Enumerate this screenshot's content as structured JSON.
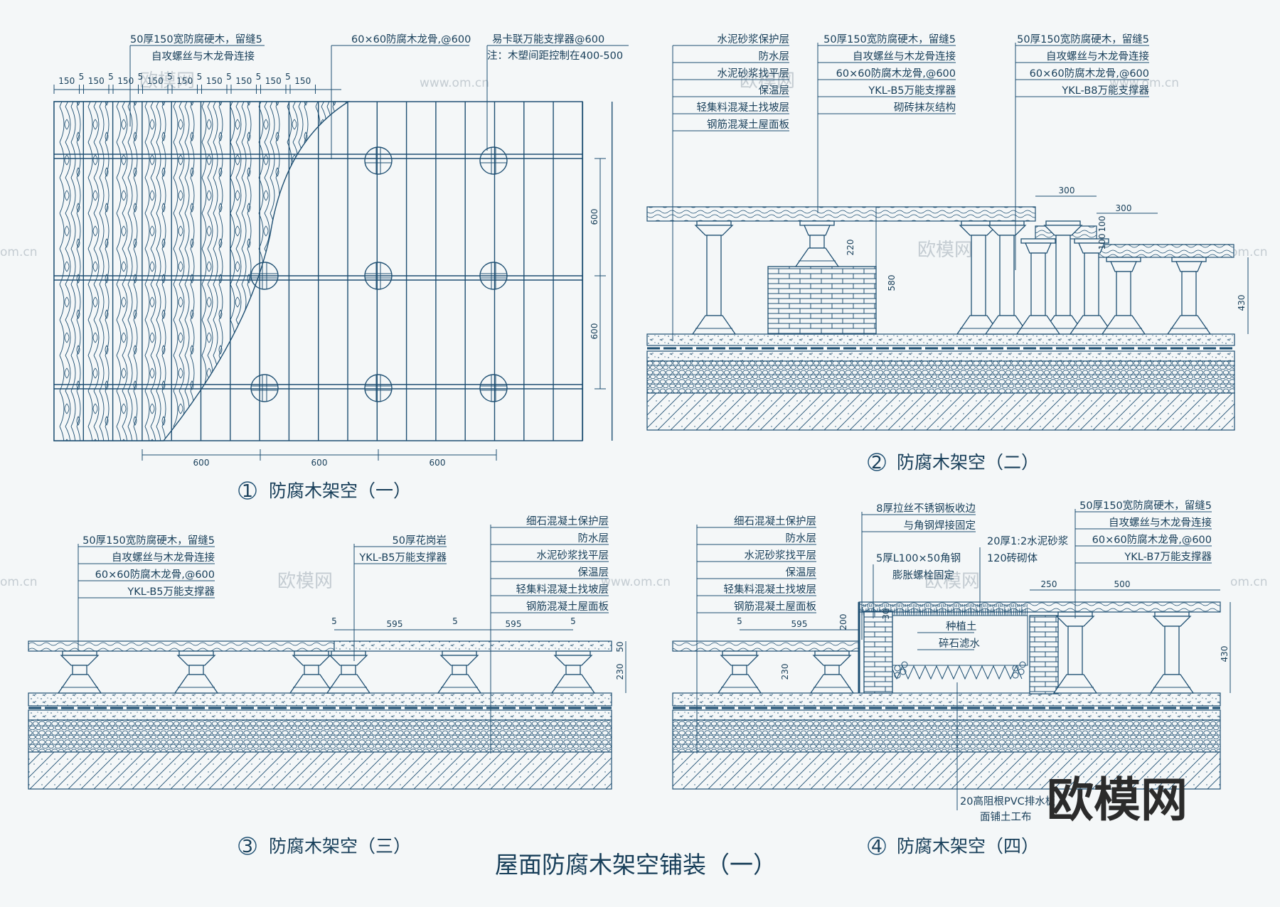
{
  "title": "屋面防腐木架空铺装（一）",
  "brand": "欧模网",
  "watermark": {
    "text": "欧模网",
    "url": "www.om.cn",
    "url_short": "om.cn"
  },
  "colors": {
    "line": "#1e4f72",
    "text": "#173e59",
    "background": "#f4f7f8"
  },
  "d1": {
    "caption_num": "1",
    "caption": "防腐木架空（一）",
    "notes": {
      "deck_a": "50厚150宽防腐硬木，留缝5",
      "deck_b": "自攻螺丝与木龙骨连接",
      "joist": "60×60防腐木龙骨,@600",
      "support": "易卡联万能支撑器@600",
      "note": "注：木塑间距控制在400-500"
    },
    "top_dims": [
      "150",
      "5",
      "150",
      "5",
      "150",
      "5",
      "150",
      "5",
      "150",
      "5",
      "150",
      "5",
      "150",
      "5",
      "150",
      "5",
      "150"
    ],
    "side_dims": [
      "600",
      "600"
    ],
    "bottom_dims": [
      "600",
      "600",
      "600"
    ]
  },
  "d2": {
    "caption_num": "2",
    "caption": "防腐木架空（二）",
    "layers": [
      "水泥砂浆保护层",
      "防水层",
      "水泥砂浆找平层",
      "保温层",
      "轻集料混凝土找坡层",
      "钢筋混凝土屋面板"
    ],
    "mid_notes": [
      "50厚150宽防腐硬木，留缝5",
      "自攻螺丝与木龙骨连接",
      "60×60防腐木龙骨,@600",
      "YKL-B5万能支撑器",
      "砌砖抹灰结构"
    ],
    "right_notes": [
      "50厚150宽防腐硬木，留缝5",
      "自攻螺丝与木龙骨连接",
      "60×60防腐木龙骨,@600",
      "YKL-B8万能支撑器"
    ],
    "dims": {
      "a": "220",
      "b": "580",
      "c": "300",
      "d": "100",
      "e": "100",
      "f": "300",
      "g": "430"
    }
  },
  "d3": {
    "caption_num": "3",
    "caption": "防腐木架空（三）",
    "left_notes": [
      "50厚150宽防腐硬木，留缝5",
      "自攻螺丝与木龙骨连接",
      "60×60防腐木龙骨,@600",
      "YKL-B5万能支撑器"
    ],
    "mid_notes": [
      "50厚花岗岩",
      "YKL-B5万能支撑器"
    ],
    "layers": [
      "细石混凝土保护层",
      "防水层",
      "水泥砂浆找平层",
      "保温层",
      "轻集料混凝土找坡层",
      "钢筋混凝土屋面板"
    ],
    "dims": {
      "gap1": "5",
      "span1": "595",
      "gap2": "5",
      "span2": "595",
      "gap3": "5",
      "thick": "50",
      "height": "230"
    }
  },
  "d4": {
    "caption_num": "4",
    "caption": "防腐木架空（四）",
    "layers": [
      "细石混凝土保护层",
      "防水层",
      "水泥砂浆找平层",
      "保温层",
      "轻集料混凝土找坡层",
      "钢筋混凝土屋面板"
    ],
    "edge_notes": [
      "8厚拉丝不锈钢板收边",
      "与角钢焊接固定"
    ],
    "inner_notes": [
      "20厚1:2水泥砂浆",
      "120砖砌体",
      "5厚L100×50角钢",
      "膨胀螺栓固定"
    ],
    "soil_notes": [
      "种植土",
      "碎石滤水"
    ],
    "right_notes": [
      "50厚150宽防腐硬木，留缝5",
      "自攻螺丝与木龙骨连接",
      "60×60防腐木龙骨,@600",
      "YKL-B7万能支撑器"
    ],
    "bottom_notes": [
      "20高阻根PVC排水板",
      "面铺土工布"
    ],
    "dims": {
      "gap": "5",
      "span": "595",
      "a": "200",
      "b": "230",
      "c": "250",
      "d": "500",
      "e": "430",
      "f": "30"
    }
  }
}
